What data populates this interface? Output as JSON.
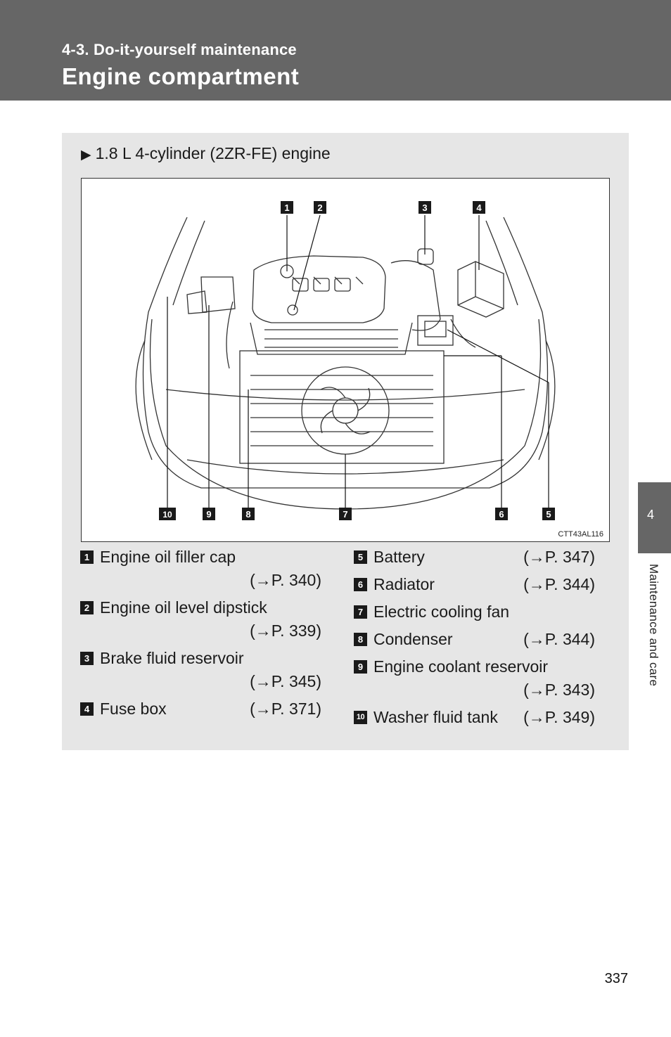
{
  "header": {
    "section": "4-3. Do-it-yourself maintenance",
    "title": "Engine compartment"
  },
  "engine_label": "1.8 L 4-cylinder (2ZR-FE) engine",
  "figure": {
    "code": "CTT43AL116",
    "callouts_top": [
      "1",
      "2",
      "3",
      "4"
    ],
    "callouts_bottom": [
      "10",
      "9",
      "8",
      "7",
      "6",
      "5"
    ]
  },
  "legend": {
    "left": [
      {
        "num": "1",
        "name": "Engine oil filler cap",
        "page": "(→P. 340)"
      },
      {
        "num": "2",
        "name": "Engine oil level dipstick",
        "page": "(→P. 339)"
      },
      {
        "num": "3",
        "name": "Brake fluid reservoir",
        "page": "(→P. 345)"
      },
      {
        "num": "4",
        "name": "Fuse box",
        "page": "(→P. 371)"
      }
    ],
    "right": [
      {
        "num": "5",
        "name": "Battery",
        "page": "(→P. 347)"
      },
      {
        "num": "6",
        "name": "Radiator",
        "page": "(→P. 344)"
      },
      {
        "num": "7",
        "name": "Electric cooling fan",
        "page": ""
      },
      {
        "num": "8",
        "name": "Condenser",
        "page": "(→P. 344)"
      },
      {
        "num": "9",
        "name": "Engine coolant reservoir",
        "page": "(→P. 343)"
      },
      {
        "num": "10",
        "name": "Washer fluid tank",
        "page": "(→P. 349)"
      }
    ]
  },
  "side_tab": {
    "number": "4",
    "text": "Maintenance and care"
  },
  "page_number": "337",
  "colors": {
    "header_bg": "#666666",
    "panel_bg": "#e6e6e6",
    "badge_bg": "#1a1a1a"
  }
}
